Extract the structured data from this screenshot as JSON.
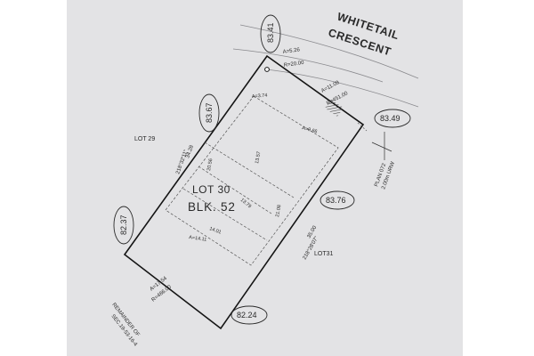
{
  "street": {
    "line1": "WHITETAIL",
    "line2": "CRESCENT"
  },
  "lot": {
    "name": "LOT 30",
    "block": "BLK. 52"
  },
  "neighbors": {
    "west": "LOT 29",
    "east": "LOT31"
  },
  "remainder": {
    "line1": "REMAINDER OF",
    "line2": "SEC.19-53-16-4"
  },
  "elevations": {
    "north_west": "83.41",
    "north_east": "83.49",
    "west": "83.67",
    "east": "83.76",
    "south_west": "82.37",
    "south_east": "82.24"
  },
  "arcs": {
    "front_west_a": "A=5.26",
    "front_west_r": "R=20.00",
    "front_east_a": "A=11.09",
    "front_east_r": "R=451.00",
    "rear_a": "A=17.54",
    "rear_r": "R=486.00"
  },
  "sides": {
    "west_bearing": "218°32'11\"",
    "west_length": "34.28",
    "east_length": "35.00",
    "east_bearing": "218°28'07\""
  },
  "building": {
    "a_north_left": "A=3.74",
    "a_north_right": "A=9.66",
    "inner_left": "20.56",
    "inner_mid": "13.57",
    "inner_small": "13.79",
    "inner_right": "21.08",
    "bottom_width": "14.01",
    "a_bottom": "A=14.11"
  },
  "urw": {
    "line1": "2.00m URW",
    "line2": "PLAN 072"
  }
}
